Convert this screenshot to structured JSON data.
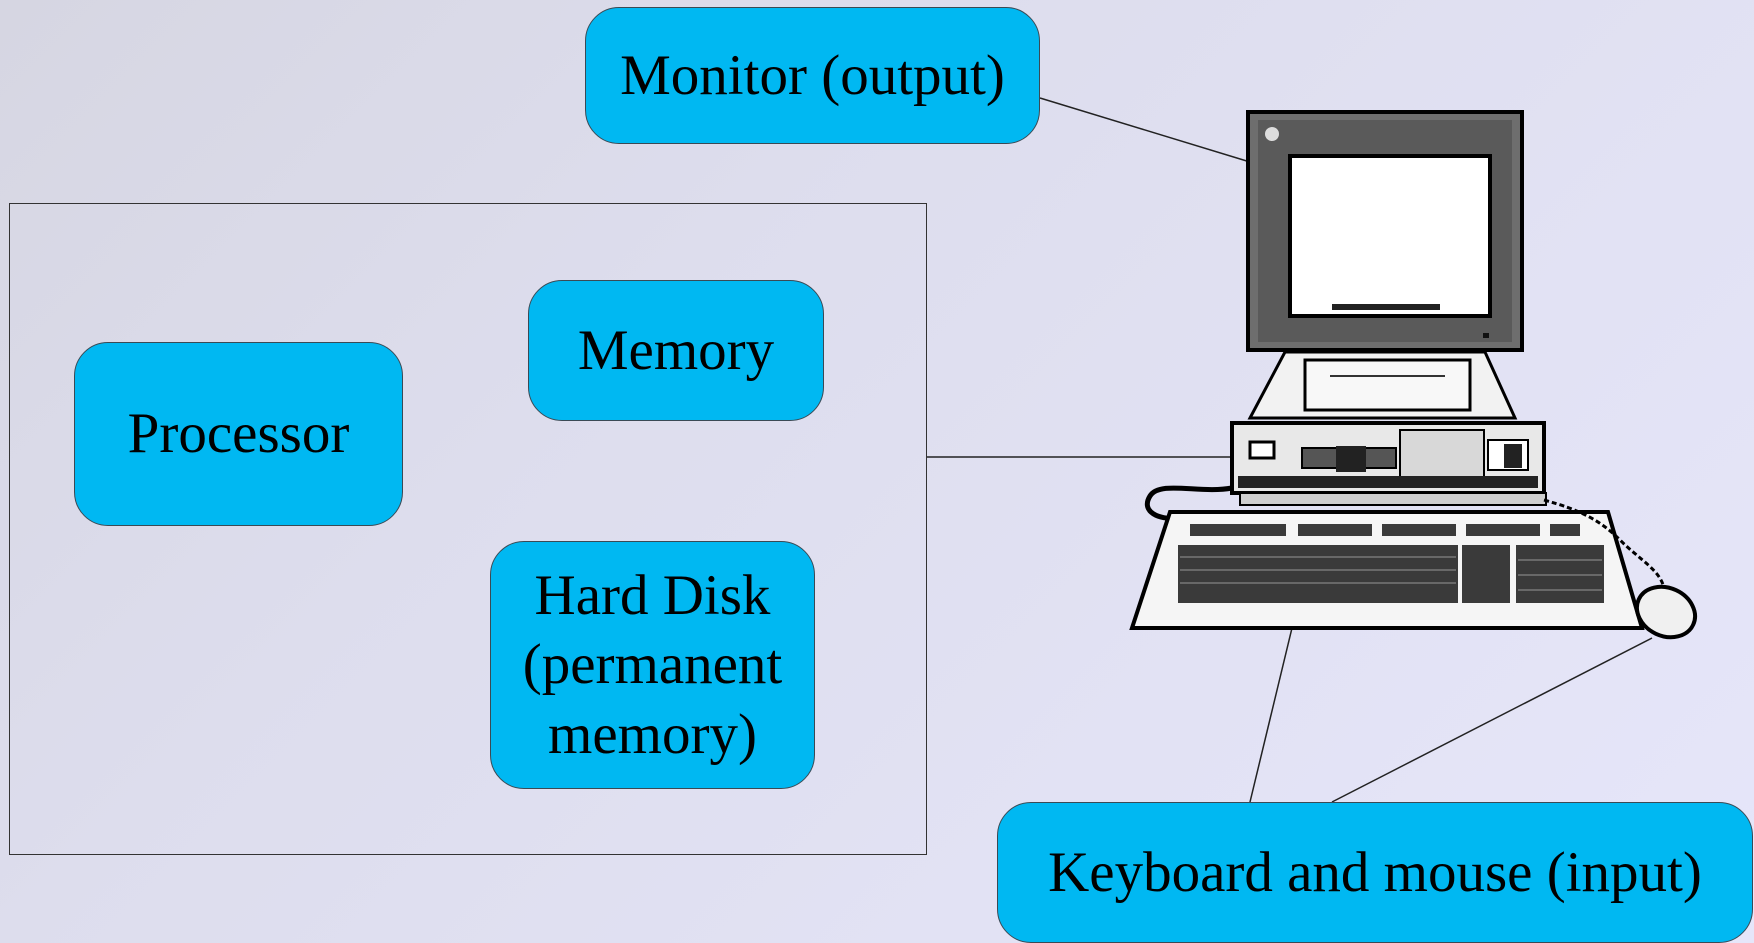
{
  "labels": {
    "monitor": "Monitor (output)",
    "memory": "Memory",
    "processor": "Processor",
    "hard_disk": [
      "Hard Disk",
      "(permanent",
      "memory)"
    ],
    "keyboard": "Keyboard and mouse (input)"
  },
  "colors": {
    "pill_fill": "#00b8f2",
    "background": "#e2e2f4",
    "line": "#222222"
  },
  "icons": {
    "computer": "desktop-computer-icon"
  }
}
